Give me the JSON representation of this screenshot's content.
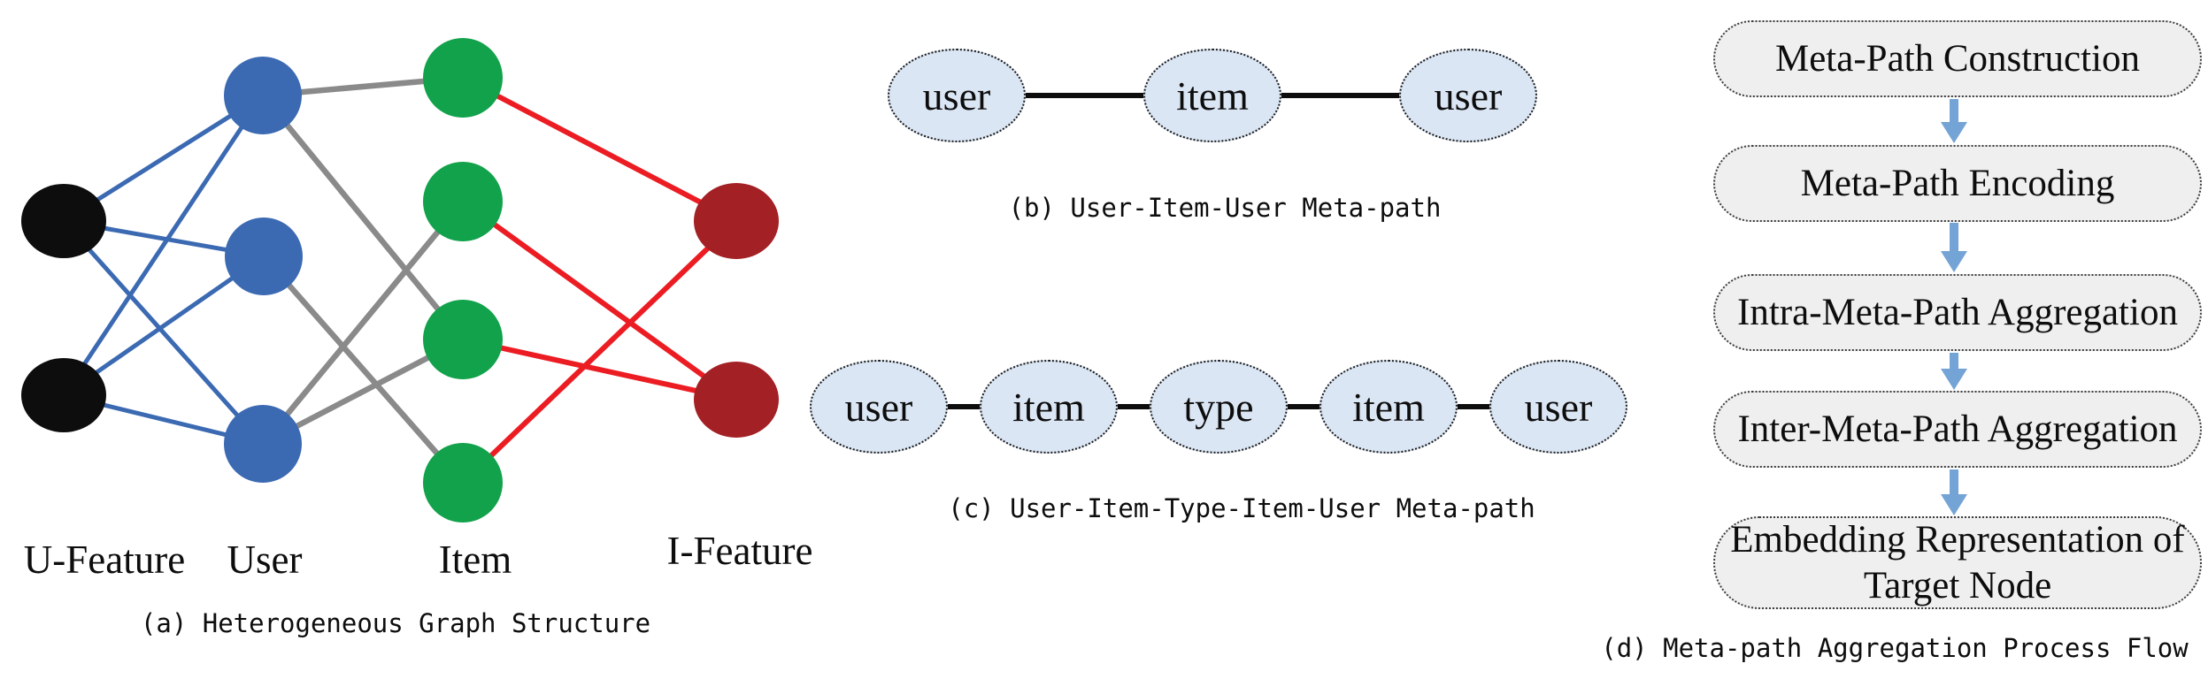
{
  "colors": {
    "background": "#ffffff",
    "node_u_feature": "#0d0d0d",
    "node_user": "#3b6ab2",
    "node_item": "#12a24b",
    "node_i_feature": "#a32025",
    "edge_feature_user": "#3b6ab2",
    "edge_user_item": "#8a8a8a",
    "edge_item_feature": "#ec1c23",
    "metapath_node_fill": "#dbe6f4",
    "metapath_node_border": "#1a1a1a",
    "metapath_link": "#0d0d0d",
    "flow_box_fill": "#efefef",
    "flow_box_border": "#3c3c3c",
    "flow_arrow": "#74a3d6"
  },
  "panel_a": {
    "caption": "(a) Heterogeneous Graph Structure",
    "column_labels": [
      "U-Feature",
      "User",
      "Item",
      "I-Feature"
    ],
    "graph": {
      "u_feature_node_count": 2,
      "user_node_count": 3,
      "item_node_count": 4,
      "i_feature_node_count": 2,
      "edges_u_feature_to_user": [
        [
          1,
          1
        ],
        [
          1,
          2
        ],
        [
          1,
          3
        ],
        [
          2,
          1
        ],
        [
          2,
          2
        ],
        [
          2,
          3
        ]
      ],
      "edges_user_to_item": [
        [
          1,
          1
        ],
        [
          1,
          3
        ],
        [
          2,
          4
        ],
        [
          3,
          2
        ],
        [
          3,
          3
        ]
      ],
      "edges_item_to_i_feature": [
        [
          1,
          1
        ],
        [
          2,
          2
        ],
        [
          3,
          2
        ],
        [
          4,
          1
        ]
      ]
    }
  },
  "panel_b": {
    "caption": "(b) User-Item-User Meta-path",
    "nodes": [
      "user",
      "item",
      "user"
    ]
  },
  "panel_c": {
    "caption": "(c) User-Item-Type-Item-User Meta-path",
    "nodes": [
      "user",
      "item",
      "type",
      "item",
      "user"
    ]
  },
  "panel_d": {
    "caption": "(d) Meta-path Aggregation Process Flow",
    "steps": [
      "Meta-Path Construction",
      "Meta-Path Encoding",
      "Intra-Meta-Path Aggregation",
      "Inter-Meta-Path Aggregation",
      "Embedding Representation of Target Node"
    ]
  }
}
